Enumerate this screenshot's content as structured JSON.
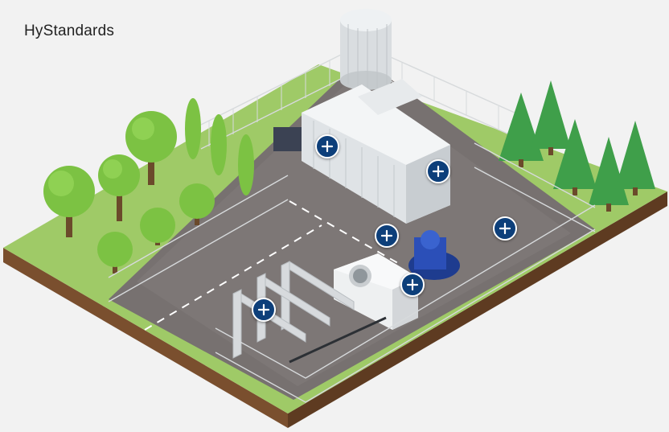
{
  "app": {
    "title": "HyStandards"
  },
  "colors": {
    "hotspot_fill": "#0d3f7a",
    "grass": "#9fca67",
    "asphalt": "#777170",
    "soil": "#7a4f2e",
    "fence": "#d7dadc"
  },
  "scene": {
    "description_icons": [
      "storage-tank",
      "electrolyzer-container",
      "cooling-unit",
      "compressor-pump",
      "rectifier-racks",
      "pine-trees",
      "deciduous-trees",
      "fence"
    ]
  },
  "hotspots": [
    {
      "id": "hotspot-electrolyzer-front",
      "icon": "plus-icon"
    },
    {
      "id": "hotspot-electrolyzer-side",
      "icon": "plus-icon"
    },
    {
      "id": "hotspot-pipe-junction",
      "icon": "plus-icon"
    },
    {
      "id": "hotspot-open-area",
      "icon": "plus-icon"
    },
    {
      "id": "hotspot-compressor",
      "icon": "plus-icon"
    },
    {
      "id": "hotspot-racks",
      "icon": "plus-icon"
    }
  ]
}
